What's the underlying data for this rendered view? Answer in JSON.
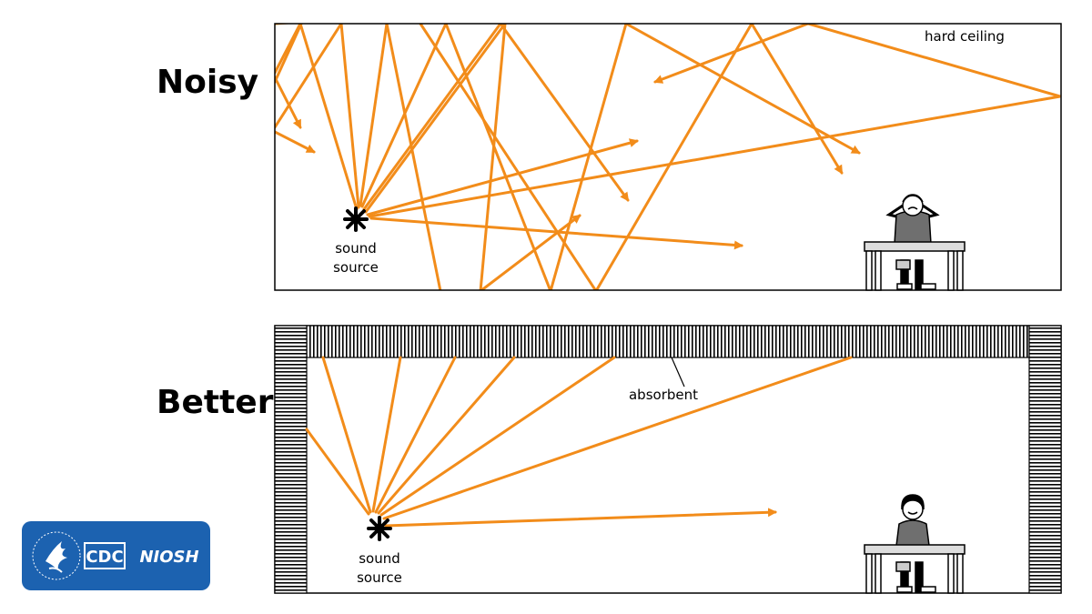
{
  "scenes": [
    {
      "id": "noisy",
      "heading": "Noisy",
      "source_label_line1": "sound",
      "source_label_line2": "source",
      "ceiling_label": "hard ceiling"
    },
    {
      "id": "better",
      "heading": "Better",
      "source_label_line1": "sound",
      "source_label_line2": "source",
      "absorbent_label": "absorbent"
    }
  ],
  "colors": {
    "sound_ray": "#f28c1a",
    "outline": "#000000",
    "absorbent_hatch": "#000000",
    "logo_bg": "#1c62b0",
    "person_fill": "#6f6f6f"
  },
  "logo": {
    "seal_icon": "hhs-eagle-seal-icon",
    "cdc_text": "CDC",
    "niosh_text": "NIOSH"
  }
}
